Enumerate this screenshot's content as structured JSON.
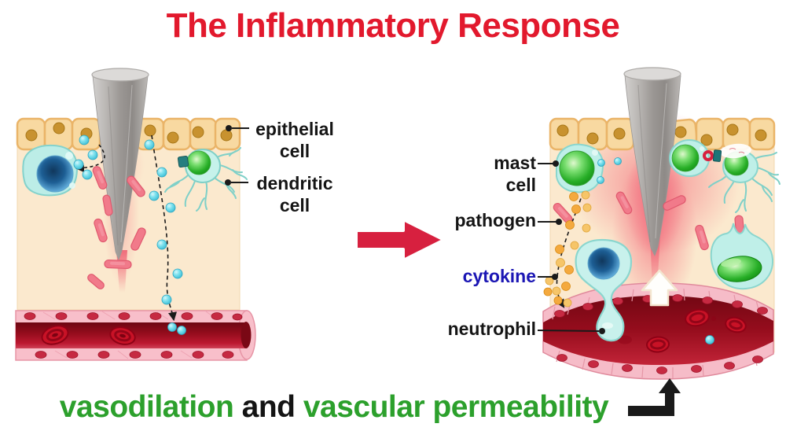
{
  "title": "The Inflammatory Response",
  "labels": {
    "epithelial_line1": "epithelial",
    "epithelial_line2": "cell",
    "dendritic_line1": "dendritic",
    "dendritic_line2": "cell",
    "mast_line1": "mast",
    "mast_line2": "cell",
    "pathogen": "pathogen",
    "cytokine": "cytokine",
    "neutrophil": "neutrophil"
  },
  "caption": {
    "vasodilation": "vasodilation",
    "conjunction": " and ",
    "permeability": "vascular permeability"
  },
  "colors": {
    "title_red": "#E2192D",
    "caption_green": "#2CA02C",
    "cytokine_label_blue": "#1B16B4",
    "transition_arrow_red": "#D7203F",
    "skin_background": "#FBE9CE",
    "epithelial_cell_fill": "#F8D9A1",
    "epithelial_nucleus": "#C8922F",
    "cell_body_cyan": "#C2F0EA",
    "cytokine_dot_cyan": "#54CFE2",
    "cytokine_dot_orange": "#F0A334",
    "pathogen_pink": "#F17A8A",
    "vessel_wall_pink": "#F7BCC8",
    "vessel_lumen_red": "#960D1D",
    "splinter_gray": "#A9A5A2"
  }
}
